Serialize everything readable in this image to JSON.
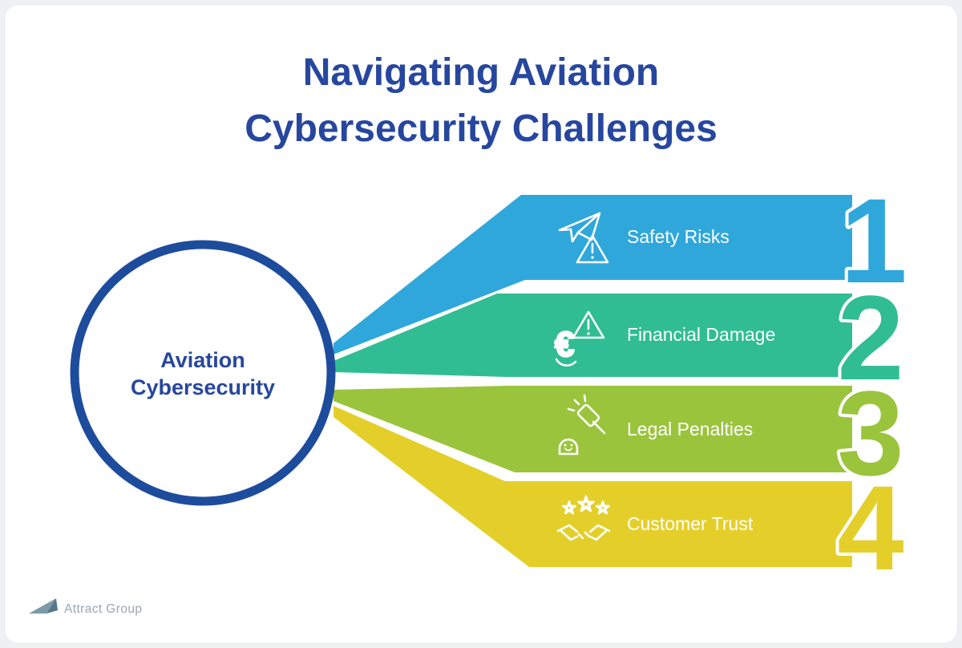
{
  "title": {
    "line1": "Navigating Aviation",
    "line2": "Cybersecurity Challenges"
  },
  "hub": {
    "line1": "Aviation",
    "line2": "Cybersecurity"
  },
  "bands": [
    {
      "number": "1",
      "label": "Safety Risks",
      "color": "#2FA7DB",
      "icon": "airplane-warning-icon"
    },
    {
      "number": "2",
      "label": "Financial Damage",
      "color": "#31BD93",
      "icon": "euro-warning-icon"
    },
    {
      "number": "3",
      "label": "Legal Penalties",
      "color": "#9BC43D",
      "icon": "gavel-penalty-icon"
    },
    {
      "number": "4",
      "label": "Customer Trust",
      "color": "#E4CF2A",
      "icon": "stars-handshake-icon"
    }
  ],
  "icons": {
    "euro_glyph": "€",
    "star_glyph": "☆"
  },
  "footer": {
    "brand": "Attract Group"
  },
  "colors": {
    "title": "#27479E",
    "circle_stroke": "#1E4C9C",
    "hub_text": "#27479E",
    "band_label": "#FFFFFF",
    "footer_text": "#99A7B1",
    "logo_primary": "#7D9AA8",
    "logo_dark": "#54788A"
  }
}
